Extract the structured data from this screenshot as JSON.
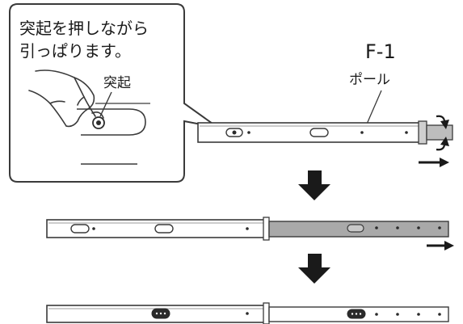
{
  "callout": {
    "instruction_line1": "突起を押しながら",
    "instruction_line2": "引っぱります。",
    "protrusion_label": "突起"
  },
  "part": {
    "code": "F-1",
    "name": "ポール"
  },
  "colors": {
    "line": "#3a3a3a",
    "pole_fill": "#ffffff",
    "extended_fill": "#a9a9a9",
    "arrow": "#1a1a1a",
    "knob_dark": "#2b2b2b"
  },
  "steps": [
    {
      "step": 1,
      "state": "pole-with-rotate-handle"
    },
    {
      "step": 2,
      "state": "inner-pole-pulled-out"
    },
    {
      "step": 3,
      "state": "pole-extended-locked"
    }
  ]
}
